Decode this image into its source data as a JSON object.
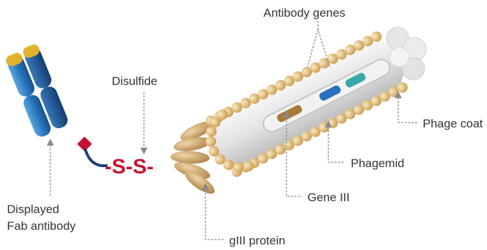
{
  "labels": {
    "antibody_genes": "Antibody genes",
    "disulfide": "Disulfide",
    "phage_coat": "Phage coat",
    "phagemid": "Phagemid",
    "gene_iii": "Gene III",
    "giii_protein": "gIII protein",
    "displayed_line1": "Displayed",
    "displayed_line2": "Fab antibody",
    "s_bond": "-S-S-"
  },
  "colors": {
    "antibody_blue": "#2a78c0",
    "antibody_dark": "#1a4f8c",
    "antibody_tip": "#e0b22e",
    "linker_red": "#c8102e",
    "coat_bead": "#d8b877",
    "phage_body": "#e4e4e4",
    "tail_fiber": "#c8a06a",
    "gene_teal": "#3aa8a8",
    "gene_brown": "#a87a3a"
  },
  "icons": {
    "antibody": "fab-antibody-icon",
    "phage": "phage-particle-icon"
  }
}
